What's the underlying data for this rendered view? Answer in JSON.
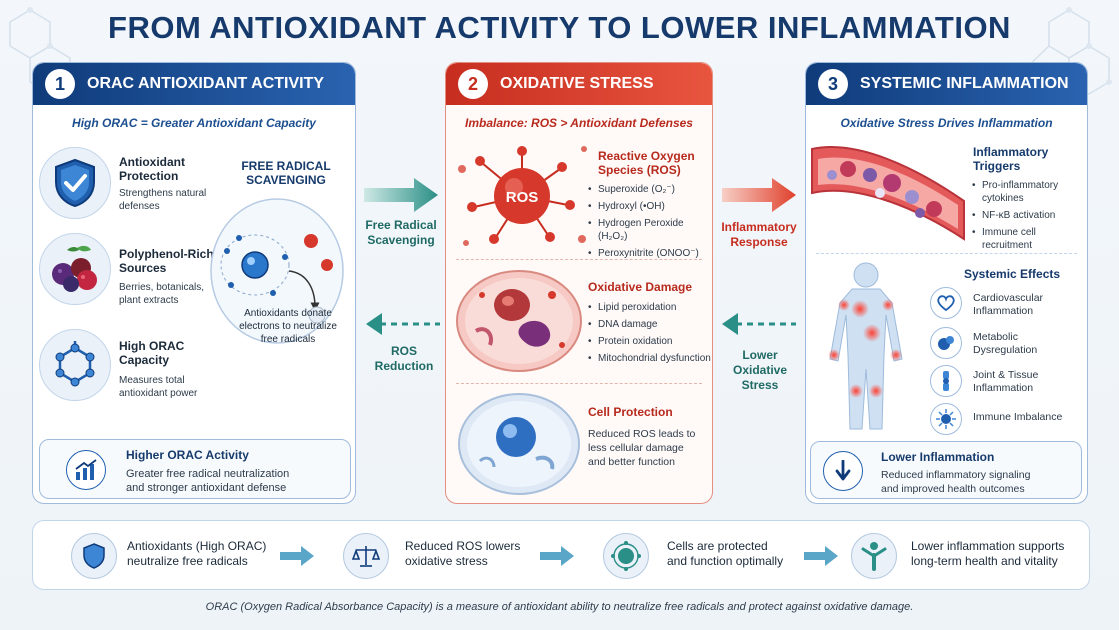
{
  "title": "FROM ANTIOXIDANT ACTIVITY TO LOWER INFLAMMATION",
  "panel1": {
    "number": "1",
    "heading": "ORAC ANTIOXIDANT ACTIVITY",
    "subtitle": "High ORAC = Greater Antioxidant Capacity",
    "items": [
      {
        "title_l1": "Antioxidant",
        "title_l2": "Protection",
        "desc_l1": "Strengthens natural",
        "desc_l2": "defenses",
        "icon": "shield-check-icon"
      },
      {
        "title_l1": "Polyphenol-Rich",
        "title_l2": "Sources",
        "desc_l1": "Berries, botanicals,",
        "desc_l2": "plant extracts",
        "icon": "berries-icon"
      },
      {
        "title_l1": "High ORAC",
        "title_l2": "Capacity",
        "desc_l1": "Measures total",
        "desc_l2": "antioxidant power",
        "icon": "molecule-icon"
      }
    ],
    "scavenging_title_l1": "FREE RADICAL",
    "scavenging_title_l2": "SCAVENGING",
    "scavenging_desc_l1": "Antioxidants donate",
    "scavenging_desc_l2": "electrons to neutralize",
    "scavenging_desc_l3": "free radicals",
    "summary_title": "Higher ORAC Activity",
    "summary_l1": "Greater free radical neutralization",
    "summary_l2": "and stronger antioxidant defense"
  },
  "panel2": {
    "number": "2",
    "heading": "OXIDATIVE STRESS",
    "subtitle": "Imbalance: ROS > Antioxidant Defenses",
    "ros_label": "ROS",
    "ros_title_l1": "Reactive Oxygen",
    "ros_title_l2": "Species (ROS)",
    "ros_items": [
      "Superoxide (O₂⁻)",
      "Hydroxyl (•OH)",
      "Hydrogen Peroxide (H₂O₂)",
      "Peroxynitrite (ONOO⁻)"
    ],
    "damage_title": "Oxidative Damage",
    "damage_items": [
      "Lipid peroxidation",
      "DNA damage",
      "Protein oxidation",
      "Mitochondrial dysfunction"
    ],
    "protection_title": "Cell Protection",
    "protection_l1": "Reduced ROS leads to",
    "protection_l2": "less cellular damage",
    "protection_l3": "and better function"
  },
  "panel3": {
    "number": "3",
    "heading": "SYSTEMIC INFLAMMATION",
    "subtitle": "Oxidative Stress Drives Inflammation",
    "triggers_title_l1": "Inflammatory",
    "triggers_title_l2": "Triggers",
    "triggers_items": [
      "Pro-inflammatory cytokines",
      "NF-κB activation",
      "Immune cell recruitment"
    ],
    "effects_title": "Systemic Effects",
    "effects": [
      {
        "l1": "Cardiovascular",
        "l2": "Inflammation",
        "icon": "heart-icon"
      },
      {
        "l1": "Metabolic",
        "l2": "Dysregulation",
        "icon": "cells-icon"
      },
      {
        "l1": "Joint & Tissue",
        "l2": "Inflammation",
        "icon": "joint-icon"
      },
      {
        "l1": "Immune Imbalance",
        "l2": "",
        "icon": "immune-cell-icon"
      }
    ],
    "summary_title": "Lower Inflammation",
    "summary_l1": "Reduced inflammatory signaling",
    "summary_l2": "and improved health outcomes"
  },
  "connectors": {
    "free_radical_l1": "Free Radical",
    "free_radical_l2": "Scavenging",
    "ros_reduction_l1": "ROS",
    "ros_reduction_l2": "Reduction",
    "inflammatory_l1": "Inflammatory",
    "inflammatory_l2": "Response",
    "lower_oxidative_l1": "Lower Oxidative",
    "lower_oxidative_l2": "Stress"
  },
  "flow": [
    {
      "l1": "Antioxidants (High ORAC)",
      "l2": "neutralize free radicals",
      "icon": "shield-icon"
    },
    {
      "l1": "Reduced ROS lowers",
      "l2": "oxidative stress",
      "icon": "balance-scale-icon"
    },
    {
      "l1": "Cells are protected",
      "l2": "and function optimally",
      "icon": "protected-cell-icon"
    },
    {
      "l1": "Lower inflammation supports",
      "l2": "long-term health and vitality",
      "icon": "person-vitality-icon"
    }
  ],
  "footnote": "ORAC (Oxygen Radical Absorbance Capacity) is a measure of antioxidant ability to neutralize free radicals and protect against oxidative damage.",
  "colors": {
    "navy": "#163a6b",
    "blue": "#2a63b0",
    "red": "#c62d1f",
    "teal": "#2a8f86"
  }
}
